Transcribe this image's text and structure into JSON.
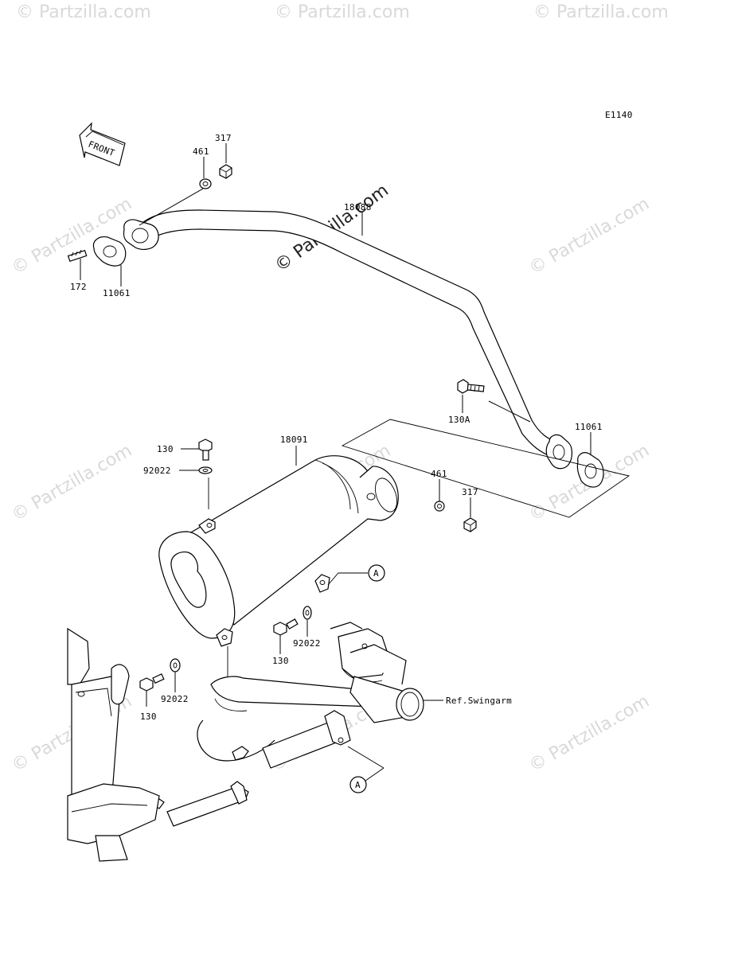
{
  "diagram_code": "E1140",
  "front_label": "FRONT",
  "watermark": "© Partzilla.com",
  "callouts": {
    "nut_top": "317",
    "washer_top": "461",
    "stud": "172",
    "gasket_front": "11061",
    "exhaust_pipe": "18088",
    "bolt_130a": "130A",
    "gasket_rear": "11061",
    "bolt_top": "130",
    "washer_upper": "92022",
    "muffler": "18091",
    "washer_right": "461",
    "nut_right": "317",
    "ref_a_upper": "A",
    "washer_mid": "92022",
    "bolt_mid": "130",
    "washer_lower": "92022",
    "bolt_lower": "130",
    "ref_swingarm": "Ref.Swingarm",
    "ref_a_lower": "A"
  },
  "colors": {
    "line": "#000000",
    "watermark": "#d9d9d9"
  }
}
